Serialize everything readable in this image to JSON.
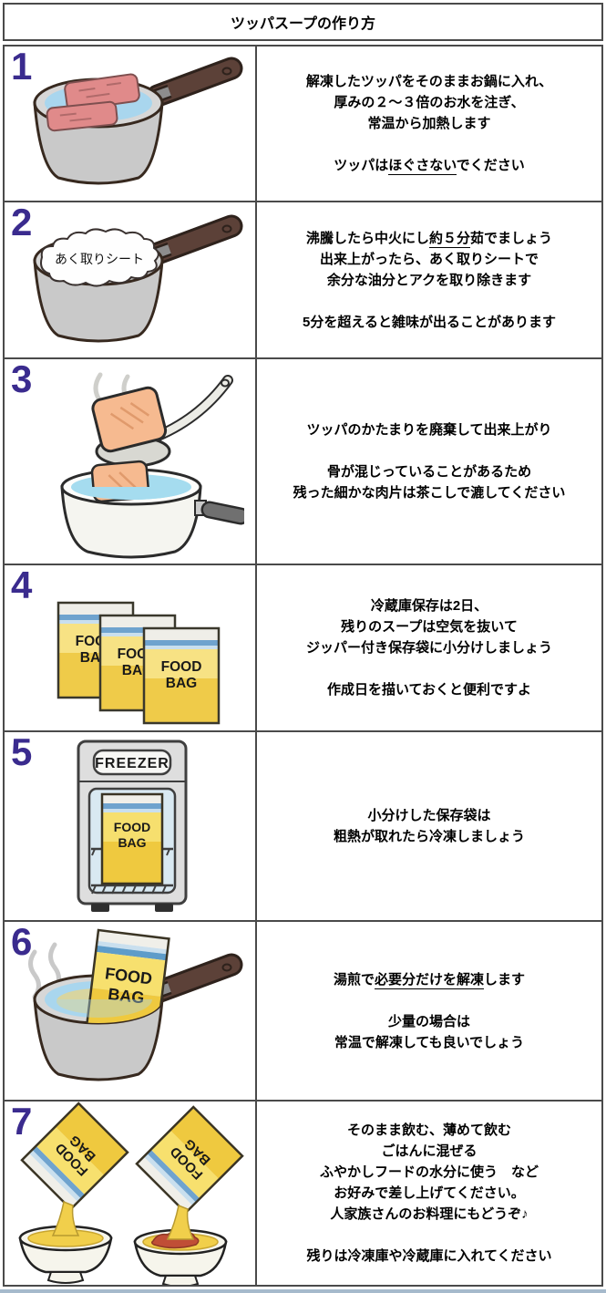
{
  "title": "ツッパスープの作り方",
  "labels": {
    "food": "FOOD",
    "bag": "BAG",
    "freezer": "FREEZER",
    "scum_sheet": "あく取りシート"
  },
  "colors": {
    "step_number": "#3A2B8E",
    "border": "#4A4A4A",
    "bag_yellow": "#EFC93F",
    "water_blue": "#A9D6EE",
    "raw_meat_pink": "#E08A8A",
    "cooked_meat_orange": "#F6BA90"
  },
  "steps": [
    {
      "number": "1",
      "lines": [
        {
          "text": "解凍したツッパをそのままお鍋に入れ、"
        },
        {
          "text": "厚みの２～３倍のお水を注ぎ、"
        },
        {
          "text": "常温から加熱します"
        },
        {
          "pre": "ツッパは",
          "u": "ほぐさない",
          "post": "でください"
        }
      ]
    },
    {
      "number": "2",
      "lines": [
        {
          "pre": "沸騰したら中火にし",
          "u": "約５分",
          "post": "茹でましょう"
        },
        {
          "text": "出来上がったら、あく取りシートで"
        },
        {
          "text": "余分な油分とアクを取り除きます"
        },
        {
          "text": "5分を超えると雑味が出ることがあります"
        }
      ]
    },
    {
      "number": "3",
      "lines": [
        {
          "text": "ツッパのかたまりを廃棄して出来上がり"
        },
        {
          "text": "骨が混じっていることがあるため"
        },
        {
          "text": "残った細かな肉片は茶こしで漉してください"
        }
      ]
    },
    {
      "number": "4",
      "lines": [
        {
          "text": "冷蔵庫保存は2日、"
        },
        {
          "text": "残りのスープは空気を抜いて"
        },
        {
          "text": "ジッパー付き保存袋に小分けしましょう"
        },
        {
          "text": "作成日を描いておくと便利ですよ"
        }
      ]
    },
    {
      "number": "5",
      "lines": [
        {
          "text": "小分けした保存袋は"
        },
        {
          "text": "粗熱が取れたら冷凍しましょう"
        }
      ]
    },
    {
      "number": "6",
      "lines": [
        {
          "pre": "湯煎で",
          "u": "必要分だけを解凍",
          "post": "します"
        },
        {
          "text": "少量の場合は"
        },
        {
          "text": "常温で解凍しても良いでしょう"
        }
      ]
    },
    {
      "number": "7",
      "lines": [
        {
          "text": "そのまま飲む、薄めて飲む"
        },
        {
          "text": "ごはんに混ぜる"
        },
        {
          "text": "ふやかしフードの水分に使う　など"
        },
        {
          "text": "お好みで差し上げてください。"
        },
        {
          "text": "人家族さんのお料理にもどうぞ♪"
        },
        {
          "text": "残りは冷凍庫や冷蔵庫に入れてください"
        }
      ]
    }
  ]
}
